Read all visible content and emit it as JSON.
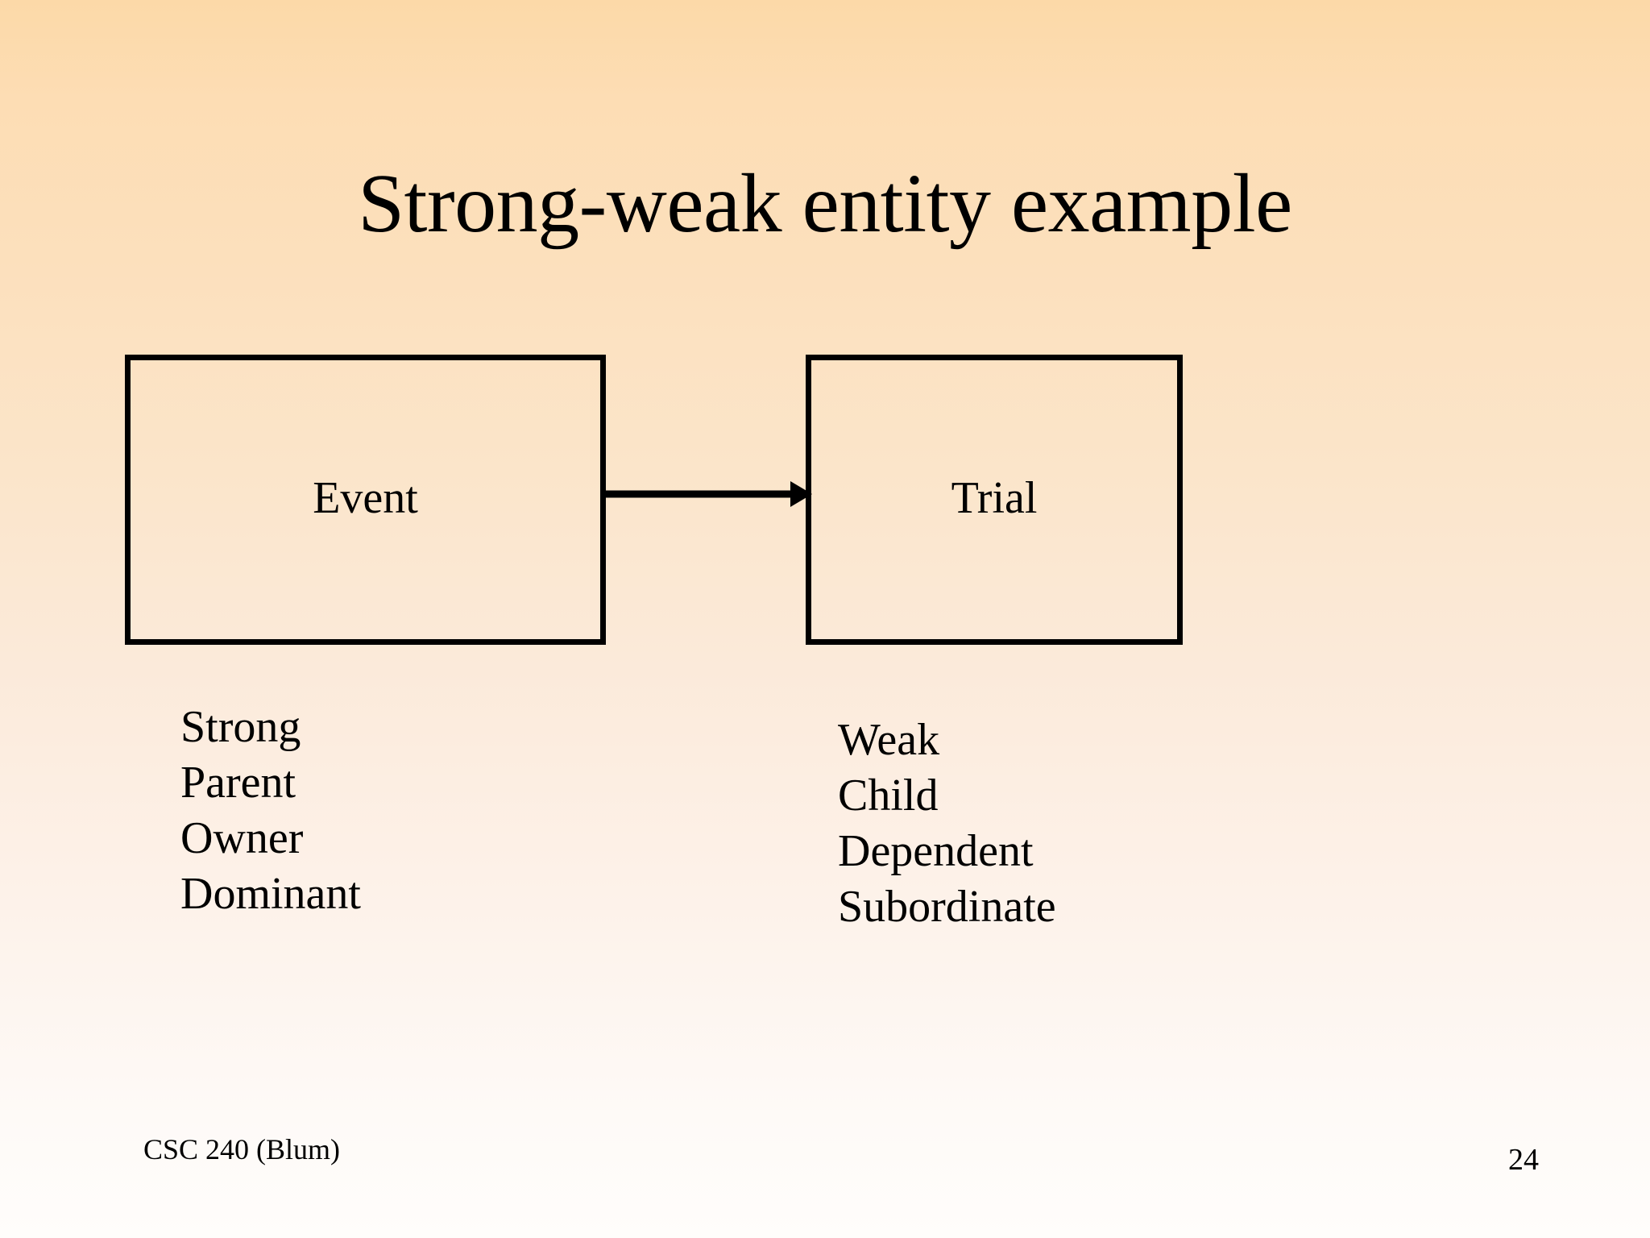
{
  "slide": {
    "title": "Strong-weak entity example",
    "background_top_color": "#fcd9a8",
    "background_bottom_color": "#fffdfb",
    "ink_color": "#000000"
  },
  "diagram": {
    "type": "entity-relationship",
    "entities": [
      {
        "id": "event",
        "label": "Event",
        "role": "strong-entity"
      },
      {
        "id": "trial",
        "label": "Trial",
        "role": "weak-entity"
      }
    ],
    "connector": {
      "from": "event",
      "to": "trial",
      "style": "single-arrow",
      "direction": "right"
    }
  },
  "annotations": {
    "left": {
      "heading_for": "event",
      "items": [
        "Strong",
        "Parent",
        "Owner",
        "Dominant"
      ]
    },
    "right": {
      "heading_for": "trial",
      "items": [
        "Weak",
        "Child",
        "Dependent",
        "Subordinate"
      ]
    }
  },
  "footer": {
    "course": "CSC 240 (Blum)",
    "page_number": "24"
  }
}
